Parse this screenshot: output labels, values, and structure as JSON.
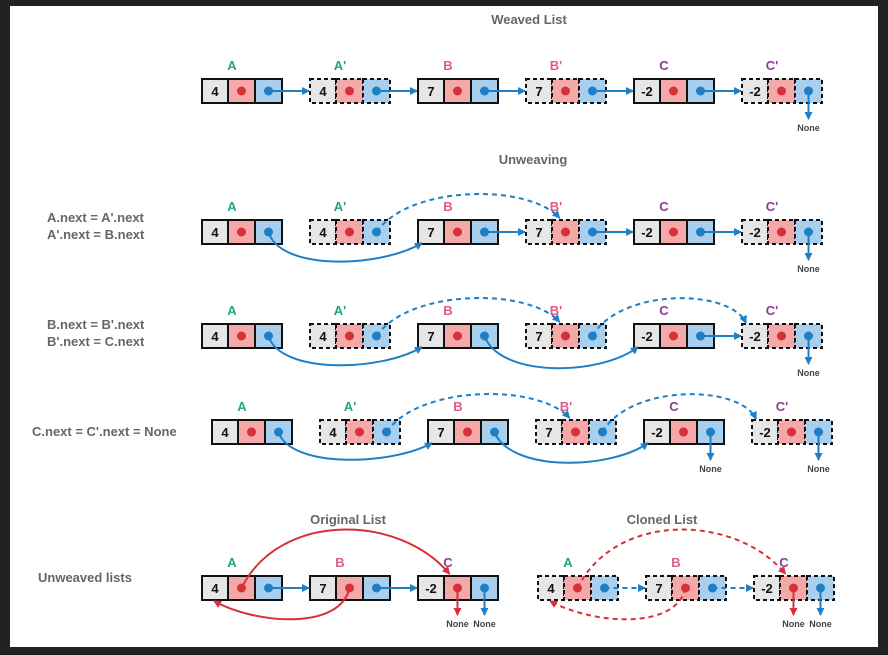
{
  "title": "Weaved List",
  "section_unweaving": "Unweaving",
  "section_unweaved": "Unweaved lists",
  "original_list_title": "Original List",
  "cloned_list_title": "Cloned List",
  "none_label": "None",
  "labels": {
    "A": "A",
    "A_prime": "A'",
    "B": "B",
    "B_prime": "B'",
    "C": "C",
    "C_prime": "C'"
  },
  "values": {
    "A": "4",
    "A_prime": "4",
    "B": "7",
    "B_prime": "7",
    "C": "-2",
    "C_prime": "-2"
  },
  "steps": [
    {
      "line1": "A.next = A'.next",
      "line2": "A'.next = B.next"
    },
    {
      "line1": "B.next = B'.next",
      "line2": "B'.next = C.next"
    },
    {
      "line1": "C.next = C'.next = None",
      "line2": ""
    }
  ],
  "colors": {
    "label_a": "#26a387",
    "label_b": "#e05c84",
    "label_c": "#8a3c92",
    "val_fill": "#e6e6e6",
    "data_fill": "#f4a8a8",
    "data_dot": "#d63038",
    "next_fill": "#a8cfee",
    "next_dot": "#1e7fc6",
    "arrow_blue": "#1e7fc6",
    "arrow_red": "#d63038",
    "text_gray": "#666666"
  }
}
